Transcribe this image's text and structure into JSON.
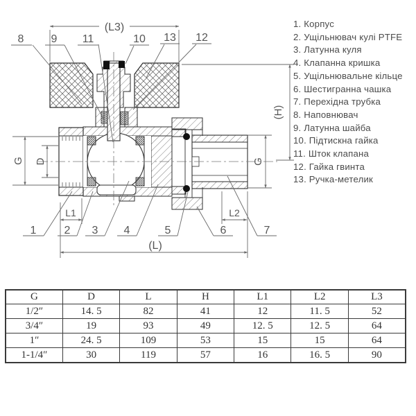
{
  "drawing": {
    "callouts_top": [
      "8",
      "9",
      "11",
      "10",
      "13",
      "12"
    ],
    "callouts_bottom": [
      "1",
      "2",
      "3",
      "4",
      "5",
      "6",
      "7"
    ],
    "dims": {
      "l3": "(L3)",
      "h": "(H)",
      "g_left": "G",
      "d": "D",
      "g_right": "G",
      "l1": "L1",
      "l2": "L2",
      "l": "(L)"
    }
  },
  "parts_list": {
    "items": [
      "1. Корпус",
      "2. Ущільнювач кулі PTFE",
      "3. Латунна куля",
      "4. Клапанна кришка",
      "5. Ущільнювальне кільце",
      "6. Шестигранна чашка",
      "7. Перехідна трубка",
      "8. Наповнювач",
      "9. Латунна шайба",
      "10. Підтискна гайка",
      "11. Шток клапана",
      "12. Гайка гвинта",
      "13. Ручка-метелик"
    ]
  },
  "spec_table": {
    "headers": [
      "G",
      "D",
      "L",
      "H",
      "L1",
      "L2",
      "L3"
    ],
    "rows": [
      [
        "1/2″",
        "14. 5",
        "82",
        "41",
        "12",
        "11. 5",
        "52"
      ],
      [
        "3/4″",
        "19",
        "93",
        "49",
        "12. 5",
        "12. 5",
        "64"
      ],
      [
        "1″",
        "24. 5",
        "109",
        "53",
        "15",
        "15",
        "64"
      ],
      [
        "1-1/4″",
        "30",
        "119",
        "57",
        "16",
        "16. 5",
        "90"
      ]
    ]
  },
  "colors": {
    "line": "#2e2e2e",
    "dim": "#6a6a6a",
    "hatch": "#5a5a5a",
    "text": "#4a4a4a"
  }
}
